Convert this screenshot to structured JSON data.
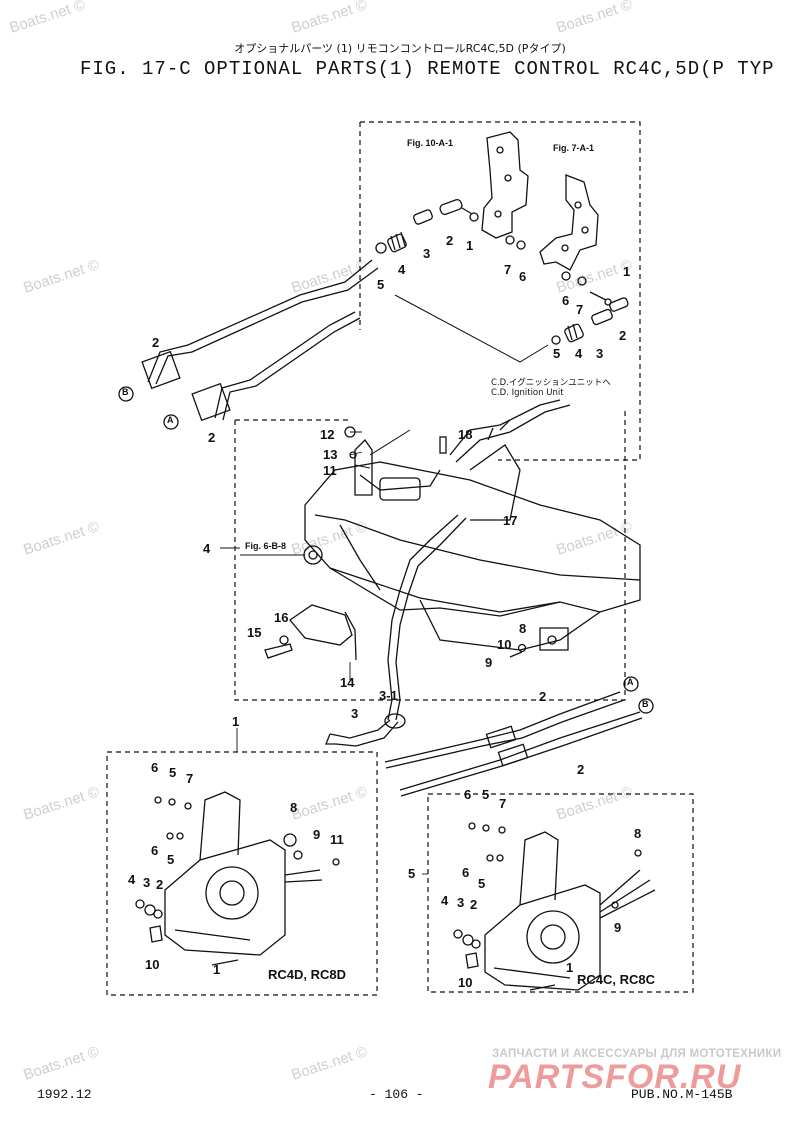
{
  "header": {
    "subtitle_jp": "オプショナルパーツ (1) リモコンコントロールRC4C,5D (Pタイプ)",
    "title": "FIG. 17-C OPTIONAL PARTS(1) REMOTE CONTROL RC4C,5D(P TYP"
  },
  "watermark": "Boats.net ©",
  "references": {
    "fig_10a1": "Fig. 10-A-1",
    "fig_7a1": "Fig. 7-A-1",
    "fig_6b8": "Fig. 6-B-8",
    "cd_jp": "C.D.イグニッションユニットへ",
    "cd_en": "C.D. Ignition Unit"
  },
  "callouts": {
    "c1": "1",
    "c2": "2",
    "c3": "3",
    "c31": "3-1",
    "c4": "4",
    "c5": "5",
    "c6": "6",
    "c7": "7",
    "c8": "8",
    "c9": "9",
    "c10": "10",
    "c11": "11",
    "c12": "12",
    "c13": "13",
    "c14": "14",
    "c15": "15",
    "c16": "16",
    "c17": "17",
    "c18": "18",
    "A": "A",
    "B": "B"
  },
  "models": {
    "left": "RC4D, RC8D",
    "right": "RC4C, RC8C"
  },
  "footer": {
    "date": "1992.12",
    "page": "- 106 -",
    "pub": "PUB.NO.M-145B"
  },
  "brand": {
    "tagline": "ЗАПЧАСТИ И АКСЕССУАРЫ ДЛЯ МОТОТЕХНИКИ",
    "logo": "PARTSFOR.RU"
  }
}
